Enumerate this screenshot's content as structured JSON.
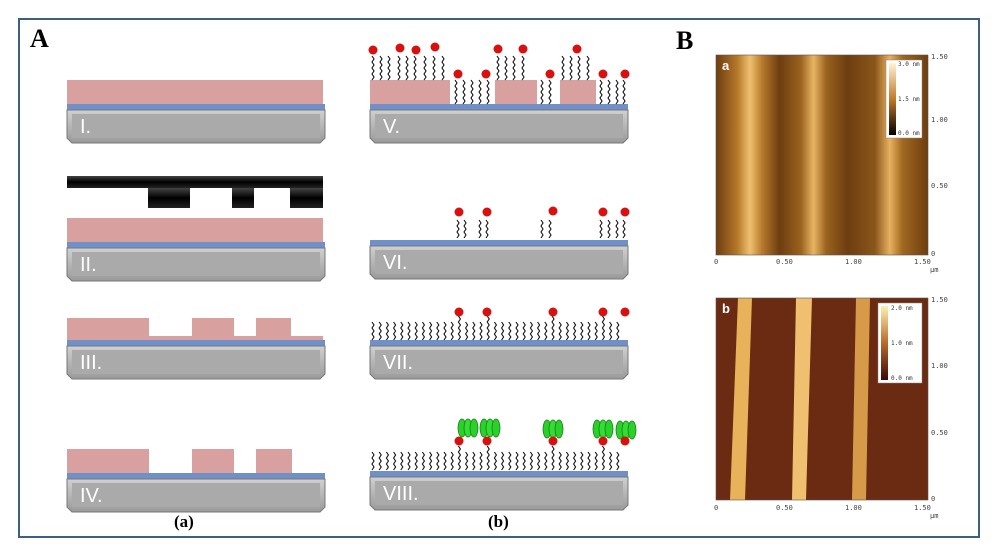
{
  "panels": {
    "A": "A",
    "B": "B"
  },
  "captions": {
    "a": "(a)",
    "b": "(b)"
  },
  "steps": {
    "left": [
      "I.",
      "II.",
      "III.",
      "IV."
    ],
    "right": [
      "V.",
      "VI.",
      "VII.",
      "VIII."
    ]
  },
  "afm": {
    "image_a": {
      "label": "a",
      "y_ticks": [
        "1.50",
        "1.00",
        "0.50",
        "0"
      ],
      "x_ticks": [
        "0",
        "0.50",
        "1.00",
        "1.50"
      ],
      "x_unit": "µm",
      "colorbar": [
        "3.0 nm",
        "1.5 nm",
        "0.0 nm"
      ]
    },
    "image_b": {
      "label": "b",
      "y_ticks": [
        "1.50",
        "1.00",
        "0.50",
        "0"
      ],
      "x_ticks": [
        "0",
        "0.50",
        "1.00",
        "1.50"
      ],
      "x_unit": "µm",
      "colorbar": [
        "2.0 nm",
        "1.0 nm",
        "0.0 nm"
      ]
    }
  },
  "colors": {
    "frame": "#3a5f8a",
    "resist": "#d9a0a0",
    "gold": "#6f90c8",
    "substrate": "#b4b4b4",
    "mask": "#111111",
    "head_group": "#d81010",
    "protein": "#2bd02b"
  }
}
